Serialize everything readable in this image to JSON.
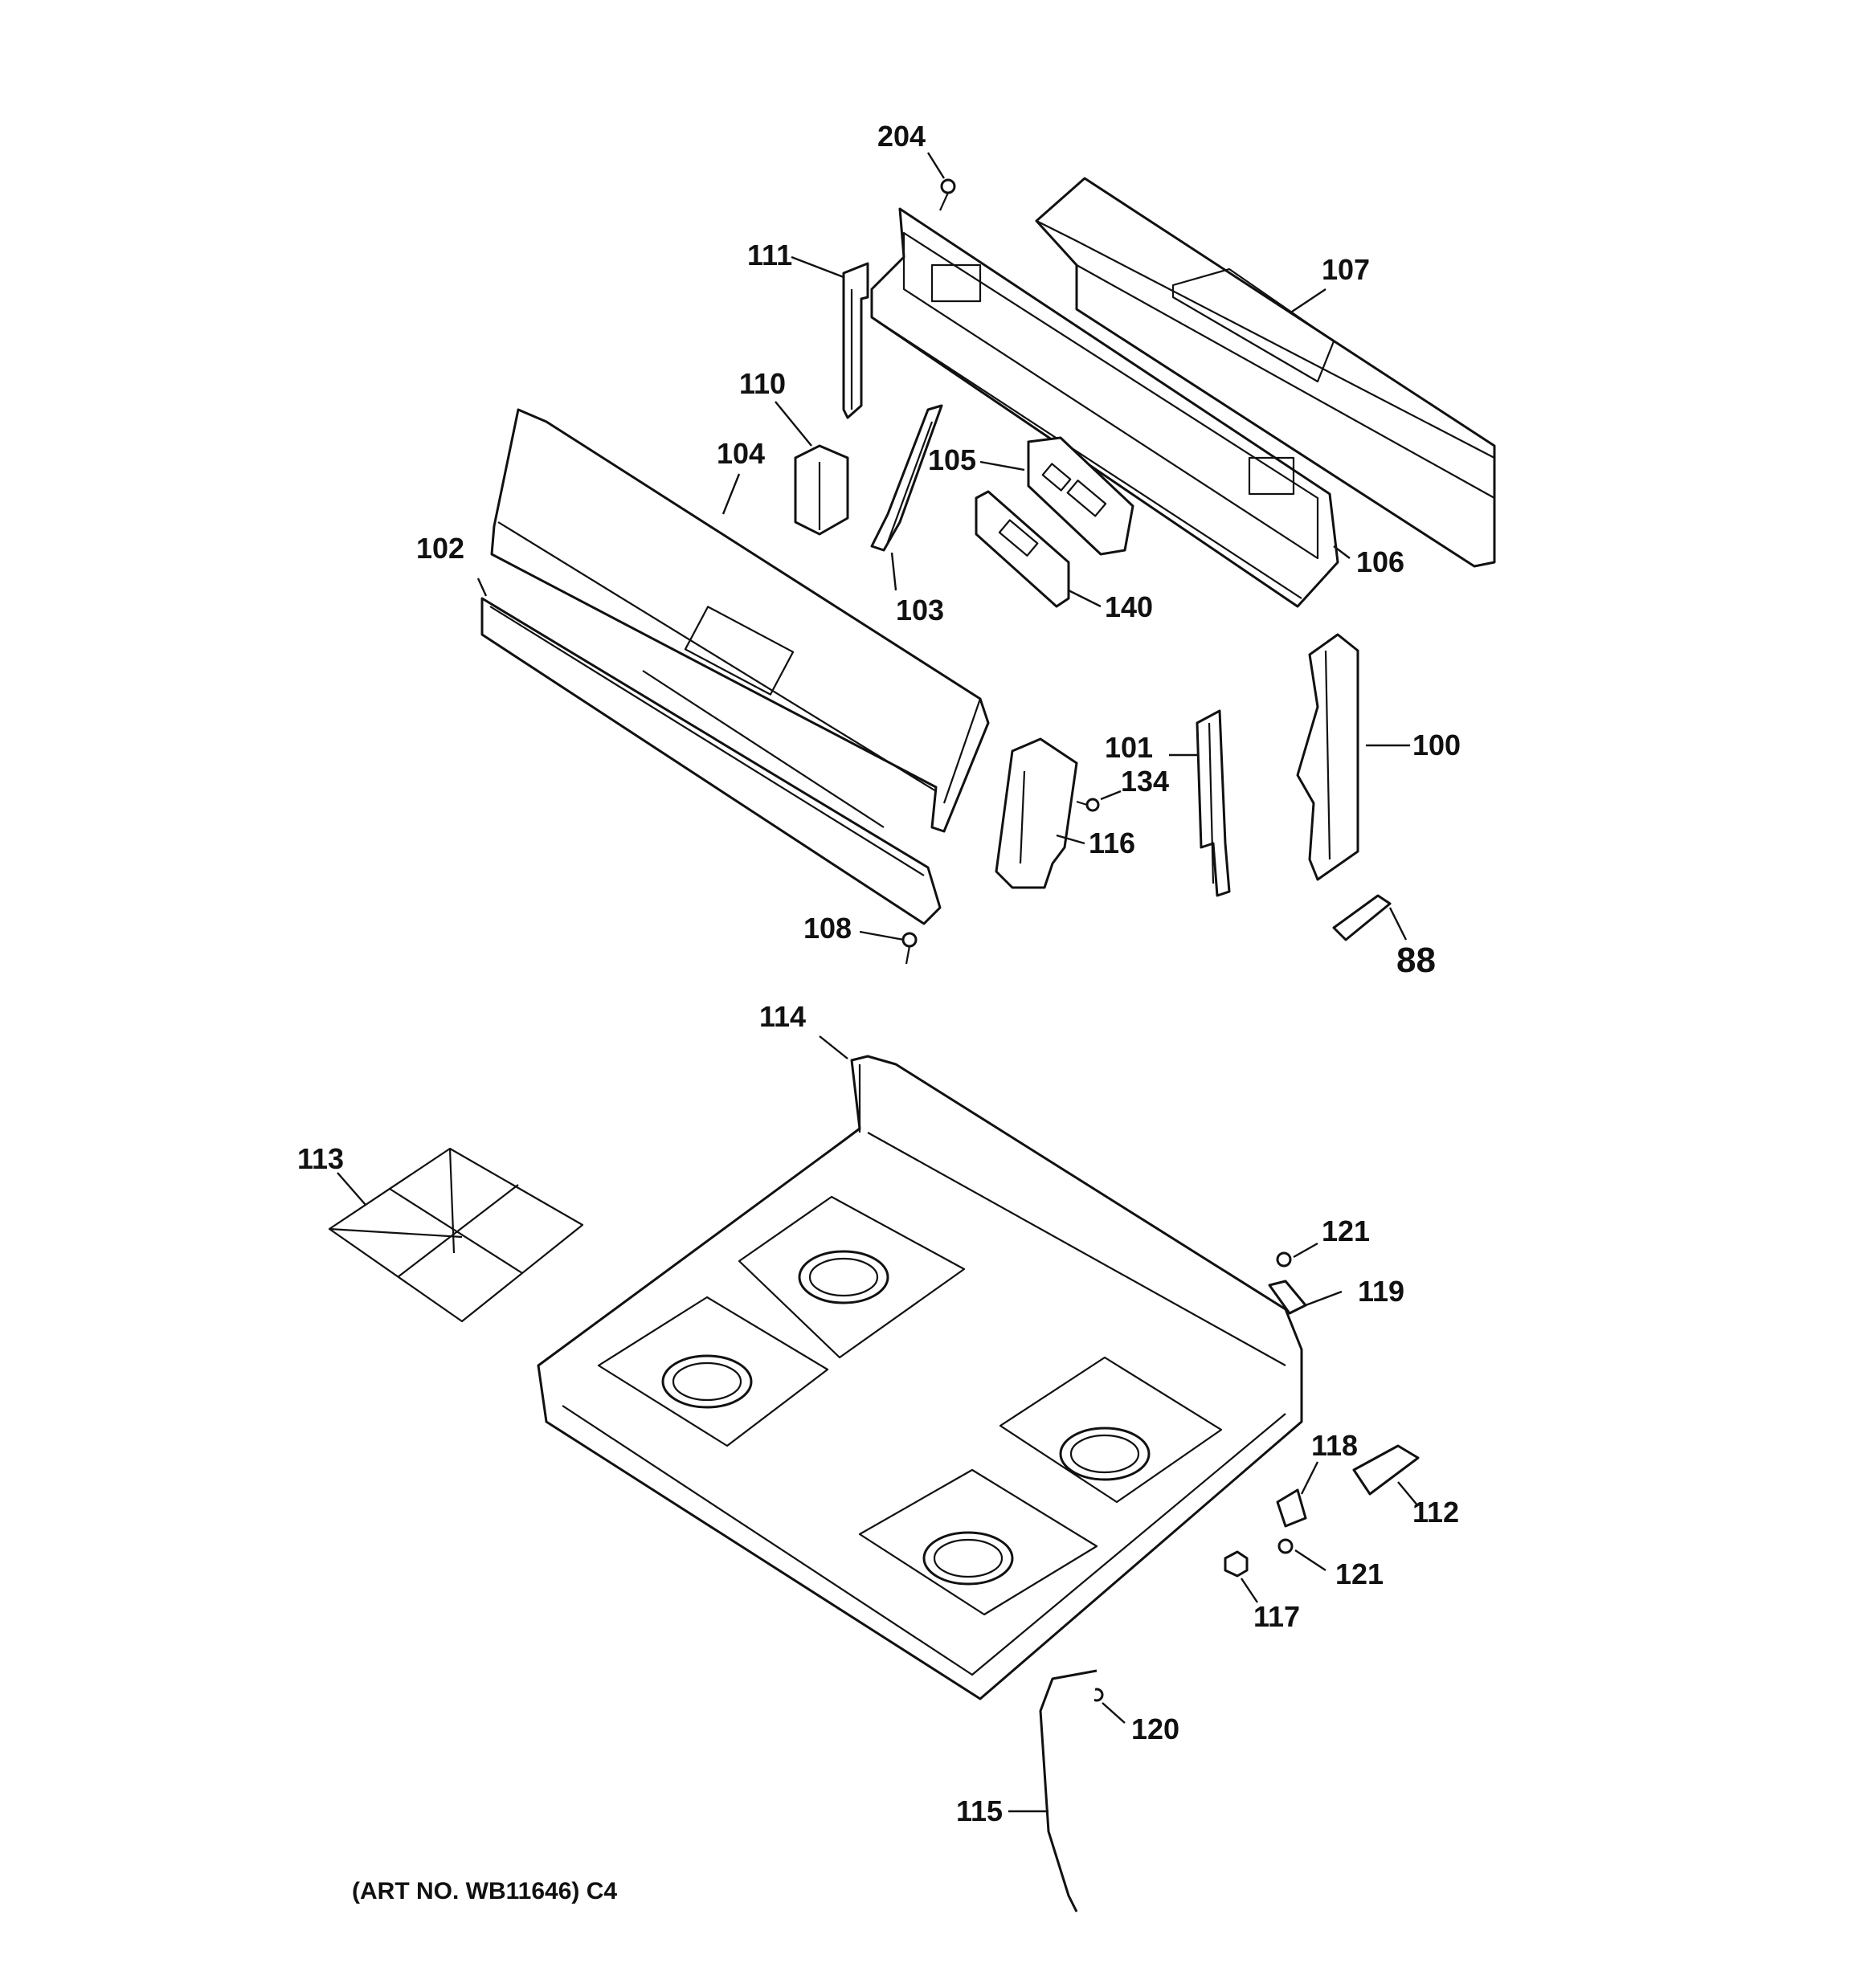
{
  "callouts": {
    "p204": "204",
    "p111": "111",
    "p107": "107",
    "p110": "110",
    "p104": "104",
    "p105": "105",
    "p102": "102",
    "p103": "103",
    "p140": "140",
    "p106": "106",
    "p101": "101",
    "p100": "100",
    "p134": "134",
    "p116": "116",
    "p108": "108",
    "p88": "88",
    "p114": "114",
    "p113": "113",
    "p121_top": "121",
    "p119": "119",
    "p118": "118",
    "p112": "112",
    "p121_bottom": "121",
    "p117": "117",
    "p120": "120",
    "p115": "115"
  },
  "art_number": "(ART NO. WB11646) C4"
}
